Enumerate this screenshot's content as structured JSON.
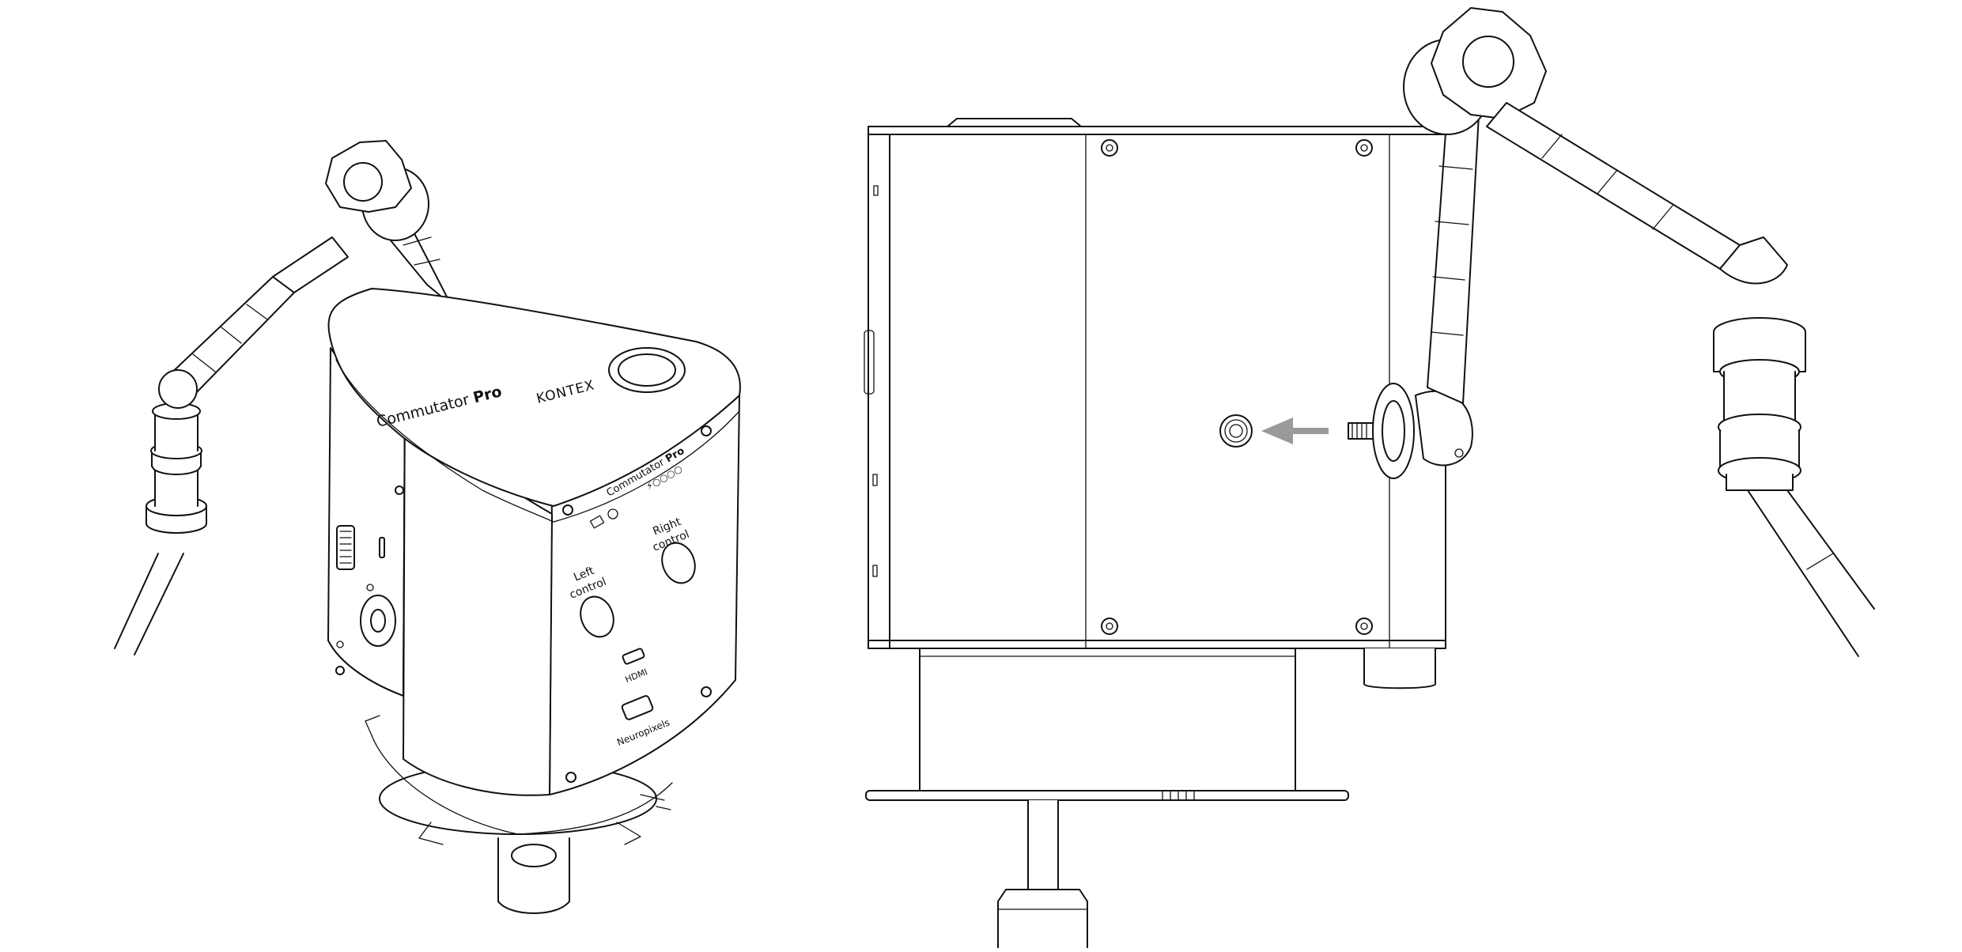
{
  "figure": {
    "device_top_brand": "Commutator",
    "device_top_model": "Pro",
    "device_top_logo": "KONTEX",
    "panel_brand": "Commutator",
    "panel_model": "Pro",
    "panel_led_glyph": "⚡○○○○",
    "left_control_line1": "Left",
    "left_control_line2": "control",
    "right_control_line1": "Right",
    "right_control_line2": "control",
    "hdmi_label": "HDMI",
    "neuropixels_label": "Neuropixels"
  },
  "colors": {
    "line": "#111111",
    "background": "#ffffff",
    "arrow": "#9a9a9a"
  },
  "icons": [
    "magic-arm-icon",
    "star-knob-icon",
    "screw-hole-icon",
    "arrow-left-icon"
  ]
}
